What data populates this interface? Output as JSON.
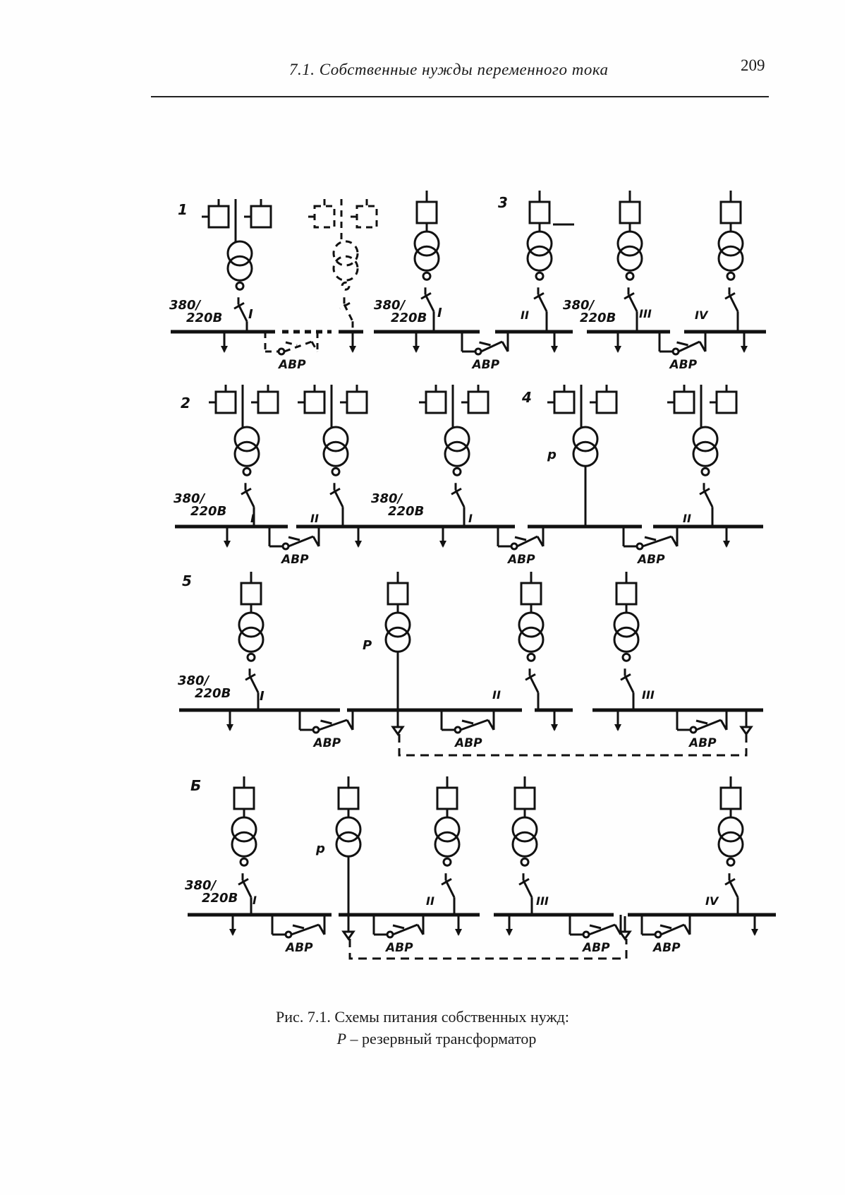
{
  "header": {
    "section_title": "7.1. Собственные нужды переменного тока",
    "page_number": "209"
  },
  "figure": {
    "scheme_numbers": [
      "1",
      "2",
      "3",
      "4",
      "5",
      "Б"
    ],
    "voltage_numerator": "380",
    "voltage_denominator": "220В",
    "section_labels": [
      "I",
      "II",
      "III",
      "IV"
    ],
    "reserve_label": "Р",
    "reserve_label_lower": "р",
    "transfer_switch_label": "АВР"
  },
  "caption": {
    "line1": "Рис. 7.1. Схемы питания собственных нужд:",
    "line2_symbol": "Р",
    "line2_text": " – резервный трансформатор"
  }
}
